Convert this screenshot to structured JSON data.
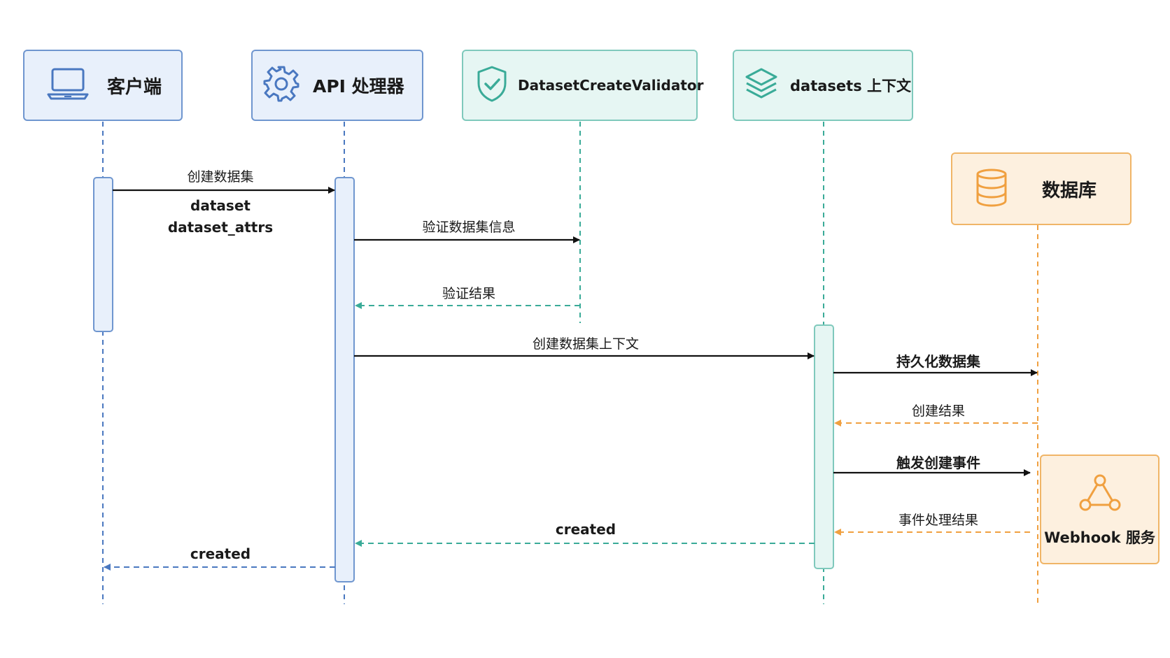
{
  "participants": {
    "client": {
      "label": "客户端"
    },
    "api": {
      "label": "API 处理器"
    },
    "validator": {
      "label": "DatasetCreateValidator"
    },
    "context": {
      "label": "datasets 上下文"
    },
    "db": {
      "label": "数据库"
    },
    "webhook": {
      "label": "Webhook 服务"
    }
  },
  "messages": {
    "m1": {
      "label": "创建数据集",
      "param1": "dataset",
      "param2": "dataset_attrs"
    },
    "m2": {
      "label": "验证数据集信息"
    },
    "m3": {
      "label": "验证结果"
    },
    "m4": {
      "label": "创建数据集上下文"
    },
    "m5": {
      "label": "持久化数据集"
    },
    "m6": {
      "label": "创建结果"
    },
    "m7": {
      "label": "触发创建事件"
    },
    "m8": {
      "label": "事件处理结果"
    },
    "m9": {
      "label": "created"
    },
    "m10": {
      "label": "created"
    }
  },
  "colors": {
    "blue": "#4a78c0",
    "teal": "#3aab98",
    "orange": "#f0a040",
    "arrow": "#111111"
  },
  "icons": {
    "client": "laptop-icon",
    "api": "gear-icon",
    "validator": "shield-check-icon",
    "context": "layers-icon",
    "db": "database-icon",
    "webhook": "webhook-icon"
  }
}
